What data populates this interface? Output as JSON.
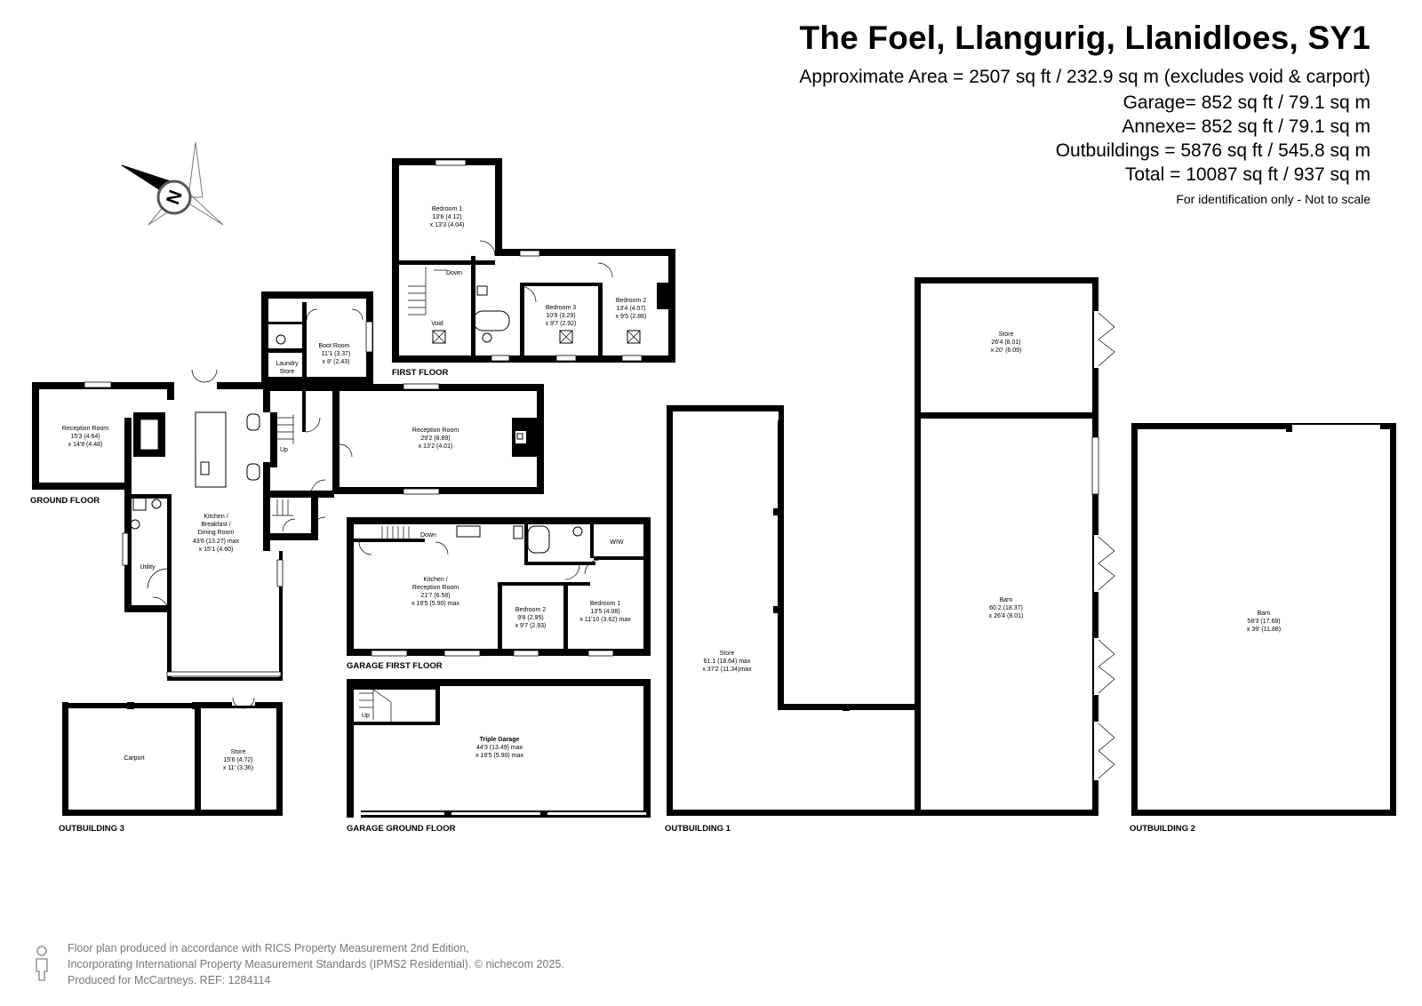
{
  "header": {
    "title": "The Foel, Llangurig, Llanidloes, SY1",
    "areas": [
      "Approximate Area = 2507 sq ft / 232.9 sq m (excludes void & carport)",
      "Garage= 852 sq ft / 79.1 sq m",
      "Annexe= 852 sq ft / 79.1 sq m",
      "Outbuildings = 5876 sq ft / 545.8 sq m",
      "Total = 10087 sq ft / 937 sq m"
    ],
    "note": "For identification only - Not to scale"
  },
  "compass": {
    "letter": "N"
  },
  "floors": {
    "ground": "GROUND FLOOR",
    "first": "FIRST FLOOR",
    "garage_first": "GARAGE FIRST FLOOR",
    "garage_ground": "GARAGE GROUND FLOOR",
    "outbuilding1": "OUTBUILDING 1",
    "outbuilding2": "OUTBUILDING 2",
    "outbuilding3": "OUTBUILDING 3"
  },
  "rooms": {
    "bedroom1_ff": {
      "name": "Bedroom 1",
      "dims": [
        "13'6 (4.12)",
        "x 13'3 (4.04)"
      ]
    },
    "bedroom3_ff": {
      "name": "Bedroom 3",
      "dims": [
        "10'9 (3.29)",
        "x 9'7 (2.92)"
      ]
    },
    "bedroom2_ff": {
      "name": "Bedroom 2",
      "dims": [
        "13'4 (4.07)",
        "x 9'5 (2.86)"
      ]
    },
    "void": {
      "name": "Void"
    },
    "down_ff": {
      "name": "Down"
    },
    "boot_room": {
      "name": "Boot Room",
      "dims": [
        "11'1 (3.37)",
        "x 8' (2.43)"
      ]
    },
    "laundry": {
      "name": "Laundry",
      "name2": "Store"
    },
    "reception1": {
      "name": "Reception Room",
      "dims": [
        "15'3 (4.64)",
        "x 14'8 (4.48)"
      ]
    },
    "reception2": {
      "name": "Reception Room",
      "dims": [
        "29'2 (8.89)",
        "x 13'2 (4.01)"
      ]
    },
    "kitchen_main": {
      "lines": [
        "Kitchen /",
        "Breakfast /",
        "Dining Room"
      ],
      "dims": [
        "43'6 (13.27) max",
        "x 15'1 (4.60)"
      ]
    },
    "utility": {
      "name": "Utility"
    },
    "up_gf": {
      "name": "Up"
    },
    "kitchen_annexe": {
      "lines": [
        "Kitchen /",
        "Reception Room"
      ],
      "dims": [
        "21'7 (6.58)",
        "x 19'5 (5.90) max"
      ]
    },
    "bedroom2_an": {
      "name": "Bedroom 2",
      "dims": [
        "9'8 (2.95)",
        "x 9'7 (2.93)"
      ]
    },
    "bedroom1_an": {
      "name": "Bedroom 1",
      "dims": [
        "13'5 (4.08)",
        "x 11'10 (3.62) max"
      ]
    },
    "wiw": {
      "name": "WIW"
    },
    "down_an": {
      "name": "Down"
    },
    "triple_garage": {
      "name": "Triple Garage",
      "dims": [
        "44'3 (13.49) max",
        "x 19'5 (5.90) max"
      ]
    },
    "up_garage": {
      "name": "Up"
    },
    "carport": {
      "name": "Carport"
    },
    "store_ob3": {
      "name": "Store",
      "dims": [
        "15'6 (4.72)",
        "x 11' (3.36)"
      ]
    },
    "store_ob1_top": {
      "name": "Store",
      "dims": [
        "26'4 (8.01)",
        "x 20' (6.09)"
      ]
    },
    "store_ob1": {
      "name": "Store",
      "dims": [
        "61.1 (18.64) max",
        "x 37'2 (11.34)max"
      ]
    },
    "barn1": {
      "name": "Barn",
      "dims": [
        "60.2 (18.37)",
        "x 26'4 (8.01)"
      ]
    },
    "barn2": {
      "name": "Barn",
      "dims": [
        "58'3 (17.68)",
        "x 39' (11.88)"
      ]
    }
  },
  "footer": {
    "lines": [
      "Floor plan produced in accordance with RICS Property Measurement 2nd Edition,",
      "Incorporating International Property Measurement Standards (IPMS2 Residential).  © nichecom 2025.",
      "Produced for McCartneys.   REF: 1284114"
    ]
  }
}
